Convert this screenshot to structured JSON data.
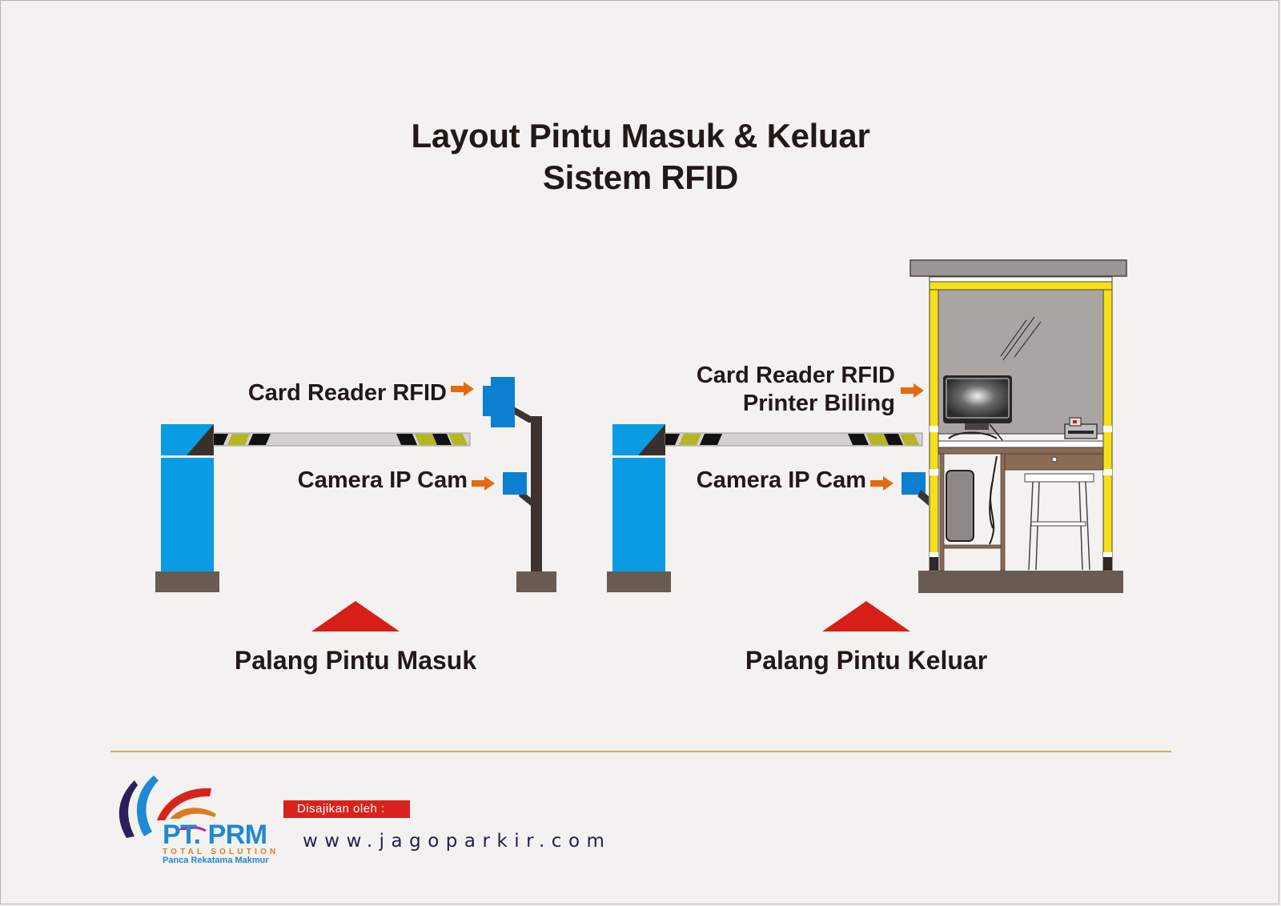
{
  "title": {
    "line1": "Layout Pintu Masuk & Keluar",
    "line2": "Sistem RFID"
  },
  "entry_gate": {
    "card_reader_label": "Card Reader RFID",
    "camera_label": "Camera IP Cam",
    "caption": "Palang Pintu Masuk"
  },
  "exit_gate": {
    "card_reader_label": "Card Reader RFID",
    "printer_label": "Printer Billing",
    "camera_label": "Camera IP Cam",
    "caption": "Palang Pintu Keluar"
  },
  "footer": {
    "presented_by": "Disajikan oleh :",
    "website": "www.jagoparkir.com",
    "logo": {
      "company": "PT. PRM",
      "tagline": "TOTAL SOLUTION",
      "full_name": "Panca Rekatama Makmur"
    }
  },
  "colors": {
    "barrier_blue": "#0a9be3",
    "device_blue": "#0b7fd0",
    "base_brown": "#675b53",
    "arrow_orange": "#e36a12",
    "marker_red": "#d61f17",
    "booth_yellow": "#f6e01a",
    "glass_gray": "#aaa5a3",
    "stripe_olive": "#b5b525",
    "text_dark": "#231815"
  },
  "icons": {
    "pointer": "arrow-right-icon",
    "marker": "triangle-up-icon"
  }
}
